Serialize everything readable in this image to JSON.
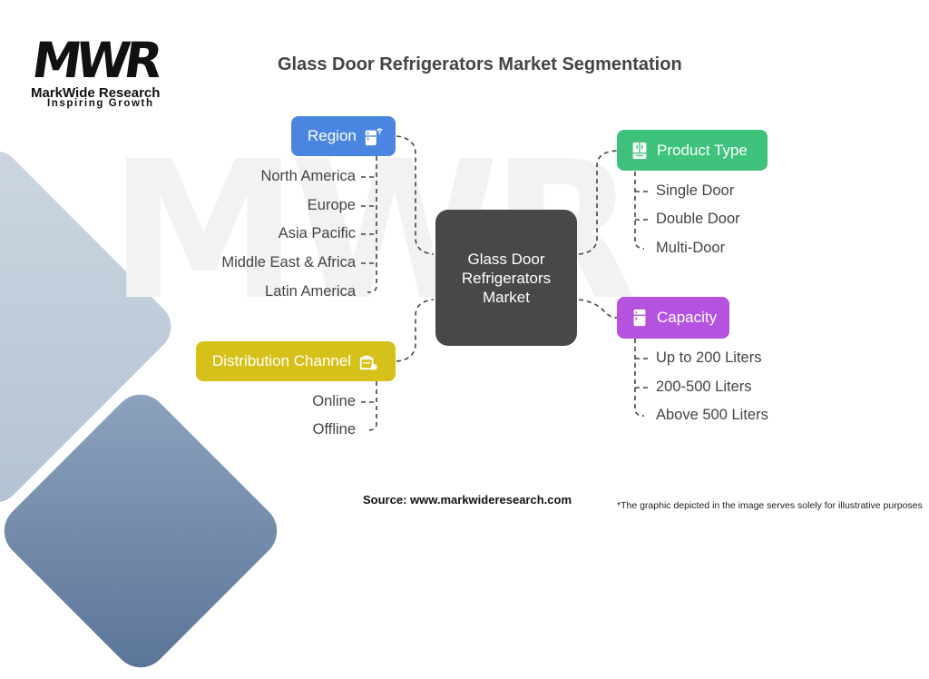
{
  "logo": {
    "mark": "MWR",
    "name": "MarkWide Research",
    "tagline": "Inspiring Growth"
  },
  "title": "Glass Door Refrigerators Market Segmentation",
  "center": {
    "label": "Glass Door Refrigerators Market",
    "lines": [
      "Glass Door",
      "Refrigerators",
      "Market"
    ],
    "color": "#484848"
  },
  "segments": {
    "region": {
      "label": "Region",
      "icon": "smart-fridge-icon",
      "color": "#4a86e0",
      "items": [
        "North America",
        "Europe",
        "Asia Pacific",
        "Middle East & Africa",
        "Latin America"
      ]
    },
    "product_type": {
      "label": "Product Type",
      "icon": "double-door-fridge-icon",
      "color": "#3ec27c",
      "items": [
        "Single Door",
        "Double Door",
        "Multi-Door"
      ]
    },
    "capacity": {
      "label": "Capacity",
      "icon": "fridge-icon",
      "color": "#b552e0",
      "items": [
        "Up to 200 Liters",
        "200-500 Liters",
        "Above 500 Liters"
      ]
    },
    "distribution_channel": {
      "label": "Distribution Channel",
      "icon": "freezer-icon",
      "color": "#d6c11a",
      "items": [
        "Online",
        "Offline"
      ]
    }
  },
  "footer": {
    "source": "Source: www.markwideresearch.com",
    "disclaimer": "*The graphic depicted in the image serves solely for illustrative purposes"
  }
}
